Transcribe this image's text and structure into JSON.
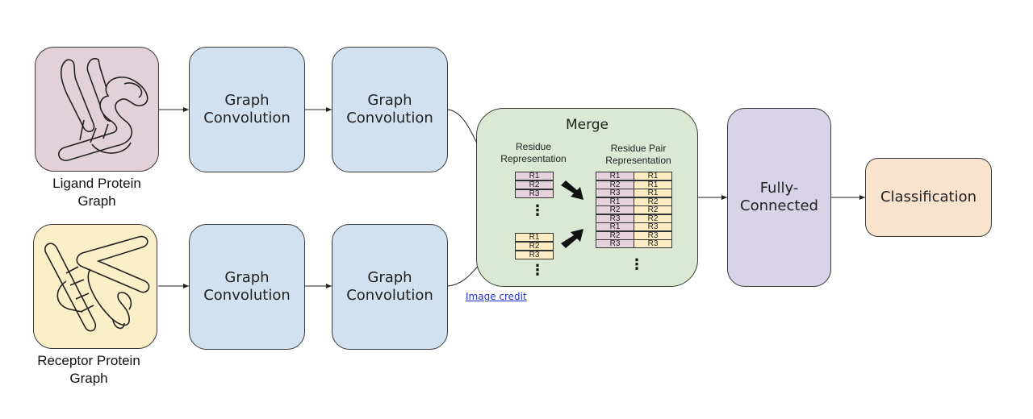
{
  "inputs": {
    "ligand": {
      "label_line1": "Ligand Protein",
      "label_line2": "Graph",
      "color": "#e3d1da"
    },
    "receptor": {
      "label_line1": "Receptor Protein",
      "label_line2": "Graph",
      "color": "#fbefc8"
    }
  },
  "conv_layers": {
    "top": [
      {
        "line1": "Graph",
        "line2": "Convolution"
      },
      {
        "line1": "Graph",
        "line2": "Convolution"
      }
    ],
    "bottom": [
      {
        "line1": "Graph",
        "line2": "Convolution"
      },
      {
        "line1": "Graph",
        "line2": "Convolution"
      }
    ]
  },
  "merge": {
    "title": "Merge",
    "residue_rep": {
      "line1": "Residue",
      "line2": "Representation"
    },
    "pair_rep": {
      "line1": "Residue Pair",
      "line2": "Representation"
    },
    "ligand_residues": [
      "R1",
      "R2",
      "R3"
    ],
    "receptor_residues": [
      "R1",
      "R2",
      "R3"
    ],
    "pairs": [
      [
        "R1",
        "R1"
      ],
      [
        "R2",
        "R1"
      ],
      [
        "R3",
        "R1"
      ],
      [
        "R1",
        "R2"
      ],
      [
        "R2",
        "R2"
      ],
      [
        "R3",
        "R2"
      ],
      [
        "R1",
        "R3"
      ],
      [
        "R2",
        "R3"
      ],
      [
        "R3",
        "R3"
      ]
    ],
    "ellipsis": "⋮"
  },
  "fully_connected": {
    "line1": "Fully-",
    "line2": "Connected",
    "color": "#d9d3e8"
  },
  "classification": {
    "label": "Classification",
    "color": "#fae3cd"
  },
  "image_credit": "Image credit"
}
